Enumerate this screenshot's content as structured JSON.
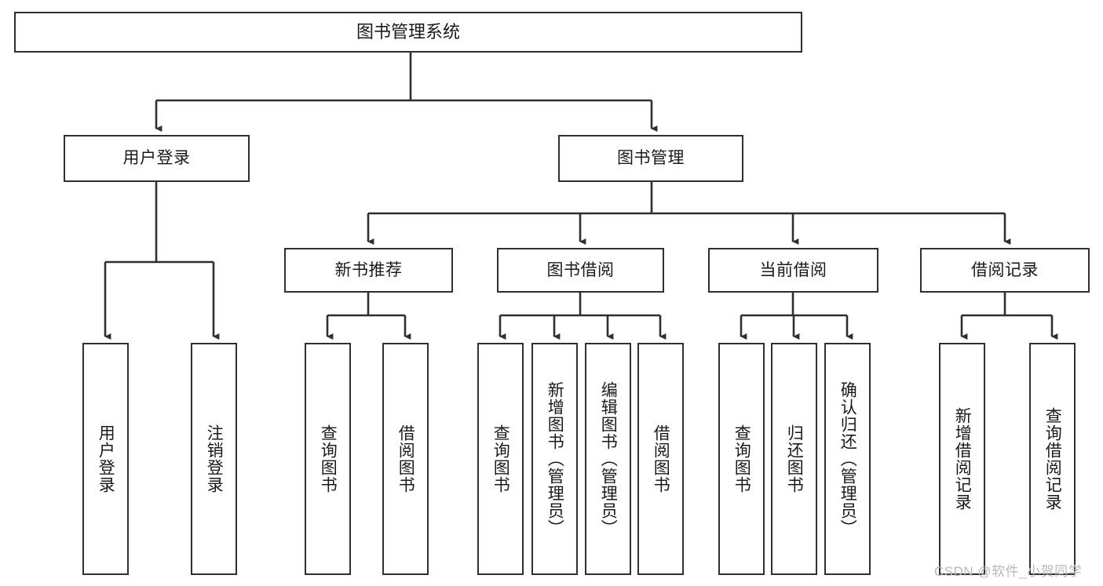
{
  "diagram": {
    "type": "tree",
    "title": "图书管理系统",
    "root": {
      "label": "图书管理系统"
    },
    "level2": [
      {
        "label": "用户登录"
      },
      {
        "label": "图书管理"
      }
    ],
    "level3": [
      {
        "label": "新书推荐"
      },
      {
        "label": "图书借阅"
      },
      {
        "label": "当前借阅"
      },
      {
        "label": "借阅记录"
      }
    ],
    "leaves": {
      "user_login": [
        {
          "label": "用户登录"
        },
        {
          "label": "注销登录"
        }
      ],
      "new_book_recommend": [
        {
          "label": "查询图书"
        },
        {
          "label": "借阅图书"
        }
      ],
      "book_borrow": [
        {
          "label": "查询图书"
        },
        {
          "label": "新增图书（管理员）"
        },
        {
          "label": "编辑图书（管理员）"
        },
        {
          "label": "借阅图书"
        }
      ],
      "current_borrow": [
        {
          "label": "查询图书"
        },
        {
          "label": "归还图书"
        },
        {
          "label": "确认归还（管理员）"
        }
      ],
      "borrow_record": [
        {
          "label": "新增借阅记录"
        },
        {
          "label": "查询借阅记录"
        }
      ]
    },
    "watermark": "CSDN @软件_小贺同学",
    "colors": {
      "stroke": "#2f2f2f",
      "fill": "#ffffff",
      "text": "#1a1a1a",
      "watermark": "#b8b8b8"
    }
  }
}
